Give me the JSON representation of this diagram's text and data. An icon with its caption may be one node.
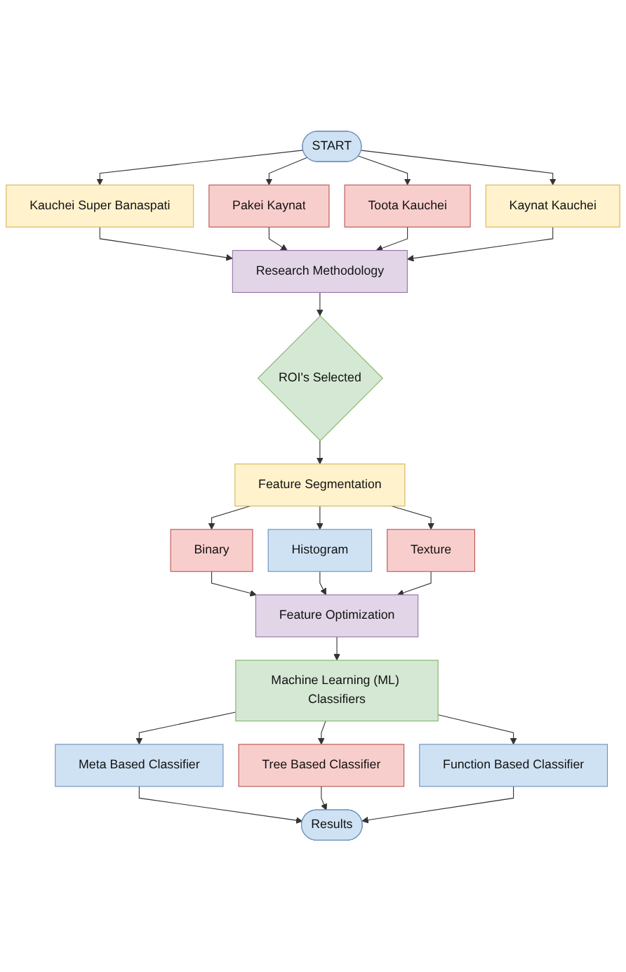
{
  "diagram": {
    "nodes": [
      {
        "text": [
          "START"
        ]
      },
      {
        "text": [
          "Kauchei Super Banaspati"
        ]
      },
      {
        "text": [
          "Pakei Kaynat"
        ]
      },
      {
        "text": [
          "Toota Kauchei"
        ]
      },
      {
        "text": [
          "Kaynat Kauchei"
        ]
      },
      {
        "text": [
          "Research Methodology"
        ]
      },
      {
        "text": [
          "ROI's Selected"
        ]
      },
      {
        "text": [
          "Feature Segmentation"
        ]
      },
      {
        "text": [
          "Binary"
        ]
      },
      {
        "text": [
          "Histogram"
        ]
      },
      {
        "text": [
          "Texture"
        ]
      },
      {
        "text": [
          "Feature Optimization"
        ]
      },
      {
        "text": [
          "Machine Learning (ML) Classifiers"
        ]
      },
      {
        "text": [
          "Meta Based Classifier"
        ]
      },
      {
        "text": [
          "Tree Based Classifier"
        ]
      },
      {
        "text": [
          "Function Based Classifier"
        ]
      },
      {
        "text": [
          "Results"
        ]
      }
    ],
    "edges": [
      {
        "from": 0,
        "to": 1,
        "arrow": "to"
      },
      {
        "from": 0,
        "to": 2,
        "arrow": "to"
      },
      {
        "from": 0,
        "to": 3,
        "arrow": "to"
      },
      {
        "from": 0,
        "to": 4,
        "arrow": "to"
      },
      {
        "from": 1,
        "to": 5,
        "arrow": "to"
      },
      {
        "from": 2,
        "to": 5,
        "arrow": "to"
      },
      {
        "from": 3,
        "to": 5,
        "arrow": "to"
      },
      {
        "from": 4,
        "to": 5,
        "arrow": "to"
      },
      {
        "from": 5,
        "to": 6,
        "arrow": "to"
      },
      {
        "from": 6,
        "to": 7,
        "arrow": "to"
      },
      {
        "from": 7,
        "to": 8,
        "arrow": "to"
      },
      {
        "from": 7,
        "to": 9,
        "arrow": "to"
      },
      {
        "from": 7,
        "to": 10,
        "arrow": "to"
      },
      {
        "from": 8,
        "to": 11,
        "arrow": "to"
      },
      {
        "from": 9,
        "to": 11,
        "arrow": "to"
      },
      {
        "from": 10,
        "to": 11,
        "arrow": "to"
      },
      {
        "from": 11,
        "to": 12,
        "arrow": "to"
      },
      {
        "from": 12,
        "to": 13,
        "arrow": "to"
      },
      {
        "from": 12,
        "to": 14,
        "arrow": "to"
      },
      {
        "from": 12,
        "to": 15,
        "arrow": "to"
      },
      {
        "from": 13,
        "to": 16,
        "arrow": "to"
      },
      {
        "from": 14,
        "to": 16,
        "arrow": "to"
      },
      {
        "from": 15,
        "to": 16,
        "arrow": "to"
      }
    ]
  }
}
